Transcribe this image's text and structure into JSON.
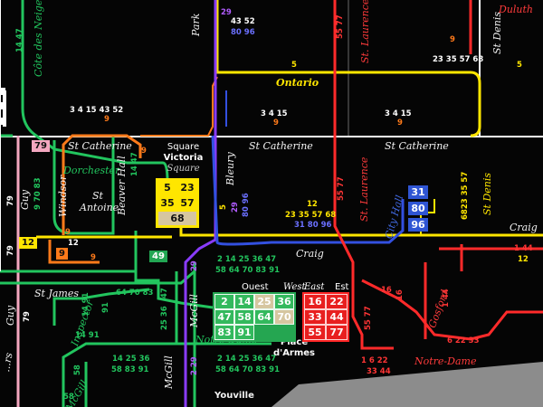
{
  "streets": {
    "cote_des_neiges": "Côte des Neiges",
    "park": "Park",
    "st_laurence_top": "St. Laurence",
    "st_denis_top": "St Denis",
    "duluth": "Duluth",
    "ontario": "Ontario",
    "st_catherine_left": "St Catherine",
    "st_catherine_mid": "St Catherine",
    "st_catherine_right": "St Catherine",
    "dorchester": "Dorchester",
    "windsor": "Windsor",
    "st_antoine": "St Antoine",
    "beaver_hall": "Beaver Hall",
    "guy_top": "Guy",
    "guy_bottom": "Guy",
    "bleury": "Bleury",
    "st_laurence_mid": "St. Laurence",
    "city_hall": "City Hall",
    "st_denis_mid": "St Denis",
    "craig_mid": "Craig",
    "craig_right": "Craig",
    "st_james": "St James",
    "inspector": "Inspector",
    "mcgill_mid": "McGill",
    "mcgill_bottom": "McGill",
    "mcgill_left": "McGill",
    "notre_dame_green": "Notre-Dame",
    "notre_dame_red": "Notre-Dame",
    "gosford": "Gosford",
    "youville": "Youville",
    "peel": "...rs"
  },
  "places": {
    "square_victoria_top": "Square",
    "square_victoria_name": "Victoria",
    "square_victoria_bottom": "Square",
    "place_darmes_1": "Place",
    "place_darmes_2": "d'Armes",
    "ouest": "Ouest",
    "west": "West",
    "east": "East",
    "est": "Est"
  },
  "tags": {
    "route79": "79",
    "route12": "12",
    "route9": "9",
    "route49": "49"
  },
  "stops": {
    "victoria": [
      "5",
      "23",
      "35",
      "57",
      "68"
    ],
    "place_darmes_west": [
      "2",
      "14",
      "25",
      "36",
      "47",
      "58",
      "64",
      "70",
      "83",
      "91"
    ],
    "place_darmes_east": [
      "16",
      "22",
      "33",
      "44",
      "55",
      "77"
    ],
    "city_hall": [
      "31",
      "80",
      "96"
    ]
  },
  "routes": {
    "r_14_47": "14 47",
    "r_29_purple": "29",
    "r_43_52_top": "43 52",
    "r_80_96_top": "80 96",
    "r_55_77_top": "55 77",
    "r_9_duluth": "9",
    "r_23_35_57_68_top": "23 35 57 68",
    "r_5_top": "5",
    "r_5_right": "5",
    "r_3_4_15_43_52": "3 4 15 43 52",
    "r_9_a": "9",
    "r_3_4_15_b": "3 4 15",
    "r_9_b": "9",
    "r_3_4_15_c": "3 4 15",
    "r_9_c": "9",
    "r_9_d": "9",
    "r_79_left": "79",
    "r_9_70_83": "9 70 83",
    "r_12_left": "12",
    "r_9_left": "9",
    "r_9_lower": "9",
    "r_79_lower": "79",
    "r_14_47_beaver": "14 47",
    "r_5_29_80_96": "5",
    "r_29_vert": "29",
    "r_80_96_vert": "80 96",
    "r_12_mid": "12",
    "r_23_35_57_68_mid": "23 35 57 68",
    "r_31_80_96": "31 80 96",
    "r_55_77_mid": "55 77",
    "r_6823_35_57": "6823 35 57",
    "r_29_blue": "29",
    "r_2_14_25": "2 14 25 36 47",
    "r_58_64": "58 64 70 83 91",
    "r_64_70_83": "64 70 83",
    "r_91": "91",
    "r_47": "47",
    "r_14_91": "14 91",
    "r_14_91_b": "14 91",
    "r_25_36": "25 36",
    "r_79_guy": "79",
    "r_58_left": "58",
    "r_14_25_36": "14 25 36",
    "r_58_83_91": "58 83 91",
    "r_2_14_25_b": "2 14 25 36 47",
    "r_58_64_b": "58 64 70 83 91",
    "r_2_29": "2 29",
    "r_55_77_low": "55 77",
    "r_1_6_22": "1 6 22",
    "r_33_44": "33 44",
    "r_6_22_33": "6 22 33",
    "r_1_44": "1 44",
    "r_12_right": "12",
    "r_1_44_b": "1 44",
    "r_16": "16",
    "r_16_b": "16",
    "r_58_bottom": "58"
  },
  "colors": {
    "green": "#22c55e",
    "red": "#ff2a2a",
    "yellow": "#ffe600",
    "blue": "#3350e0",
    "purple": "#8a3cff",
    "orange": "#ff7a1a",
    "white": "#ffffff",
    "pink": "#f4a7c0",
    "gray": "#9b9b9b"
  }
}
